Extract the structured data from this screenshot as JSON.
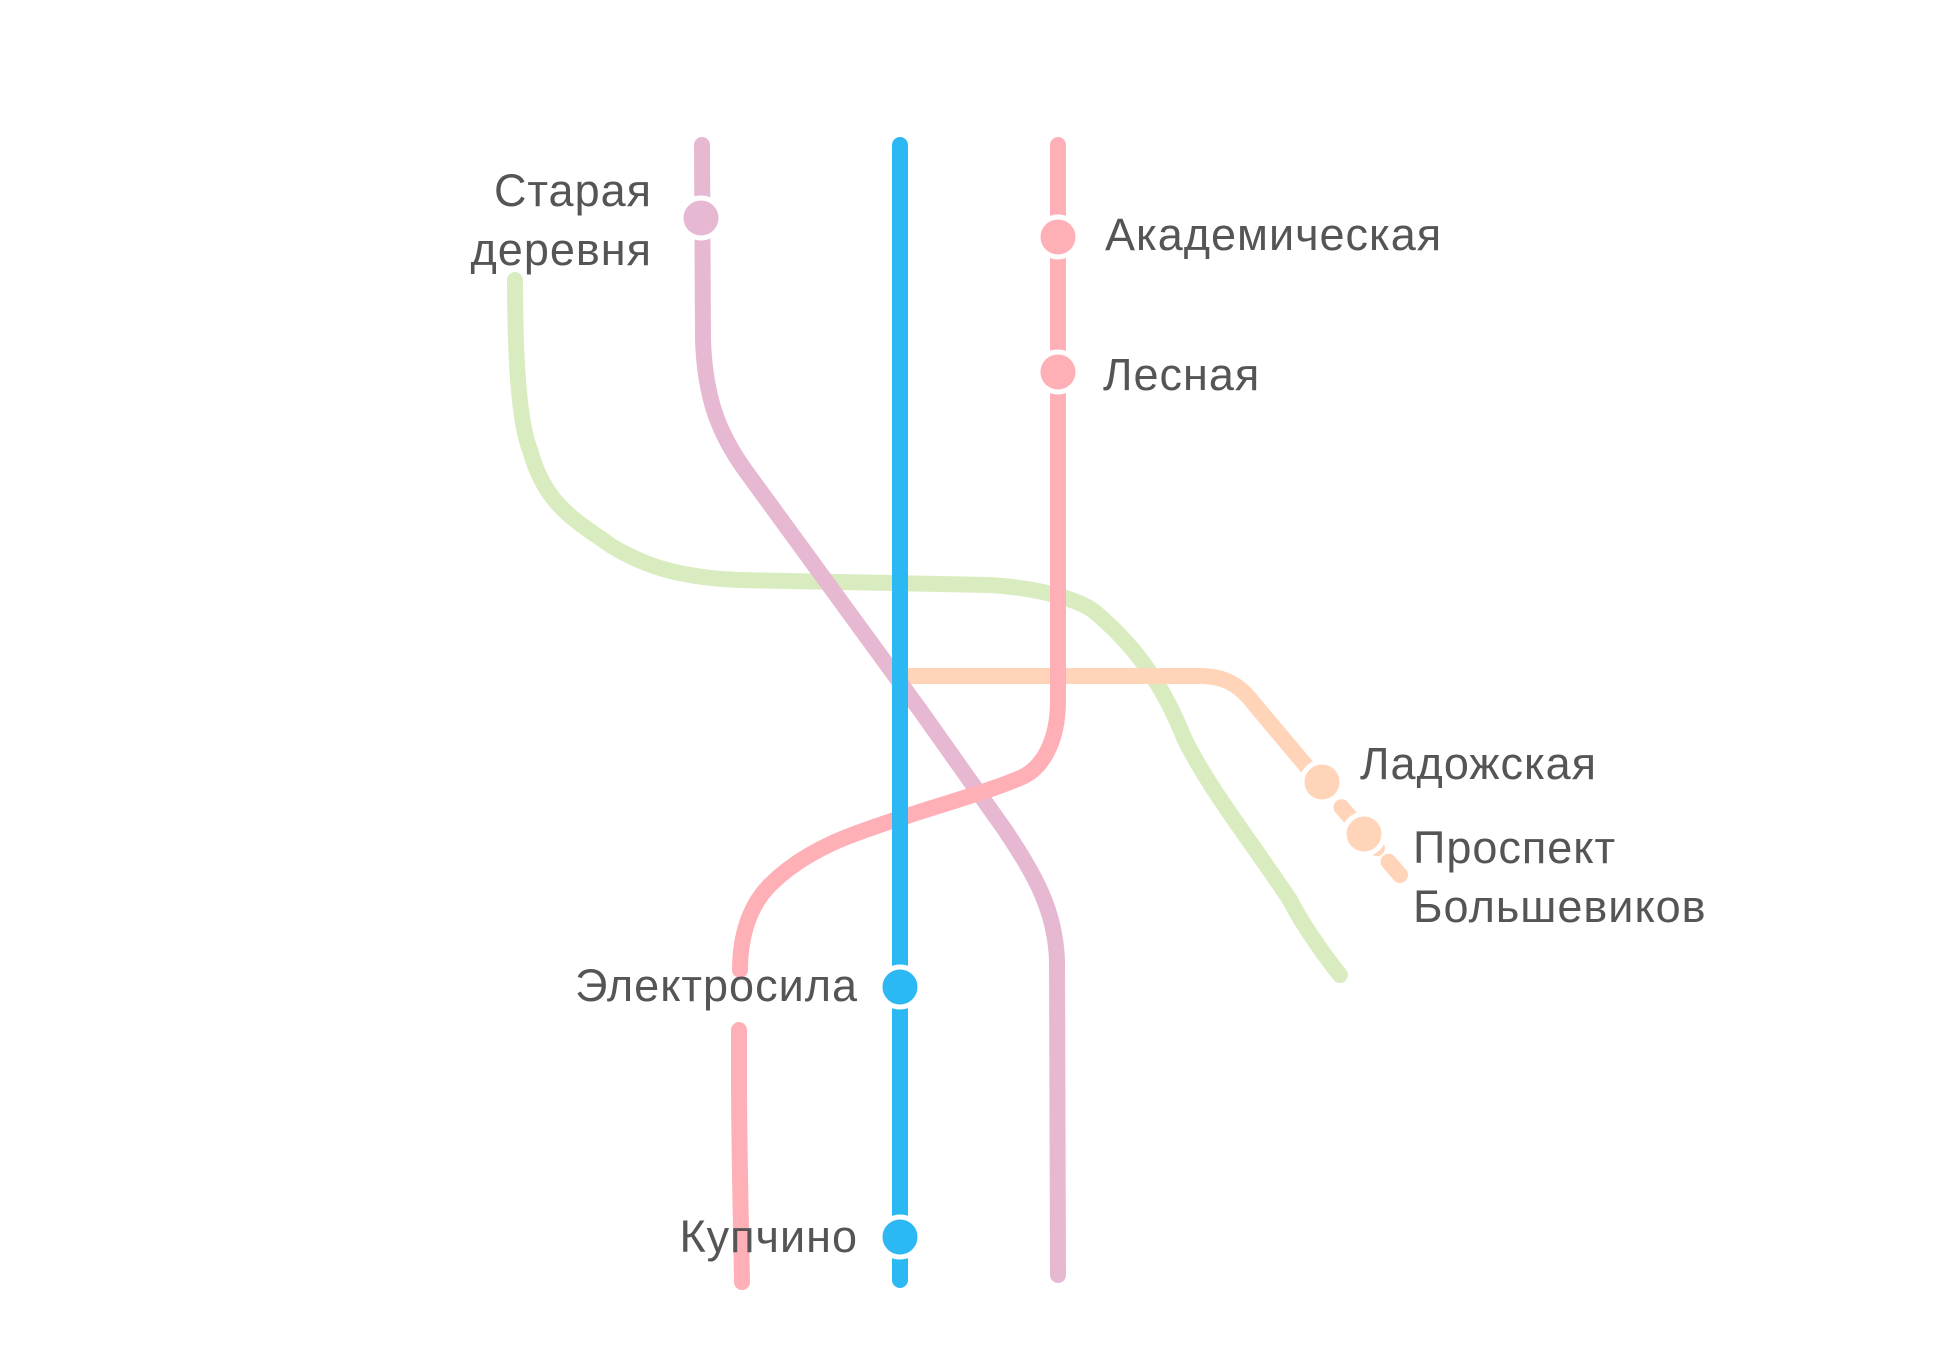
{
  "lines": [
    {
      "id": "line-1",
      "color": "#ffb0b6"
    },
    {
      "id": "line-2",
      "color": "#2cb8f2"
    },
    {
      "id": "line-3",
      "color": "#d9ecbf"
    },
    {
      "id": "line-4",
      "color": "#ffd4b8"
    },
    {
      "id": "line-5",
      "color": "#e7b8d2"
    }
  ],
  "stations": {
    "staraya_derevnya": {
      "line1": "Старая",
      "line2": "деревня",
      "color": "#e7b8d2"
    },
    "akademicheskaya": {
      "label": "Академическая",
      "color": "#ffb0b6"
    },
    "lesnaya": {
      "label": "Лесная",
      "color": "#ffb0b6"
    },
    "ladozhskaya": {
      "label": "Ладожская",
      "color": "#ffd4b8"
    },
    "prospekt_bolshevikov": {
      "line1": "Проспект",
      "line2": "Большевиков",
      "color": "#ffd4b8"
    },
    "elektrosila": {
      "label": "Электросила",
      "color": "#2cb8f2"
    },
    "kupchino": {
      "label": "Купчино",
      "color": "#2cb8f2"
    }
  }
}
